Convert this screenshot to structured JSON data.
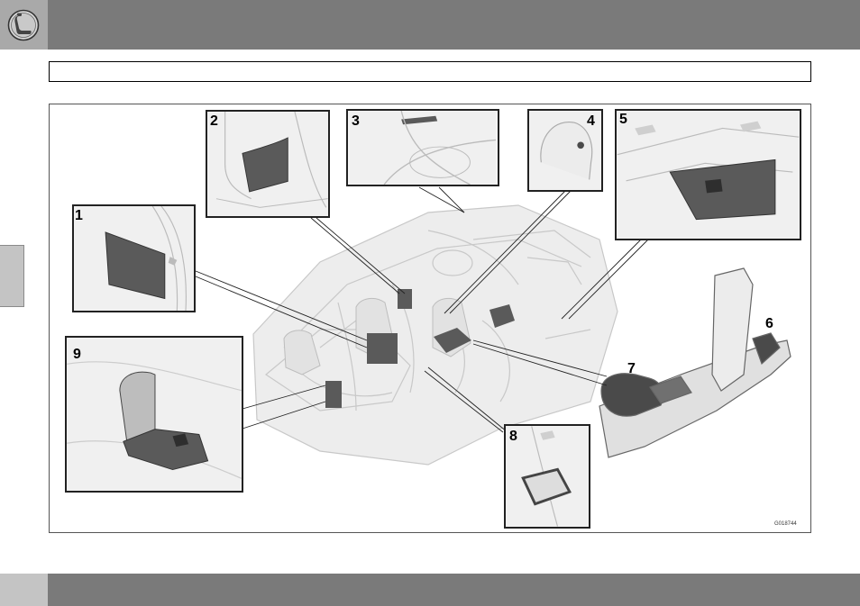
{
  "header": {
    "chapter_icon": "seat-icon",
    "section_title": ""
  },
  "figure": {
    "code": "G018744",
    "callouts": [
      "1",
      "2",
      "3",
      "4",
      "5",
      "6",
      "7",
      "8",
      "9"
    ]
  },
  "footer": {
    "page_number": ""
  },
  "colors": {
    "bar": "#7a7a7a",
    "tab": "#c4c4c4",
    "storage_highlight": "#5a5a5a"
  }
}
